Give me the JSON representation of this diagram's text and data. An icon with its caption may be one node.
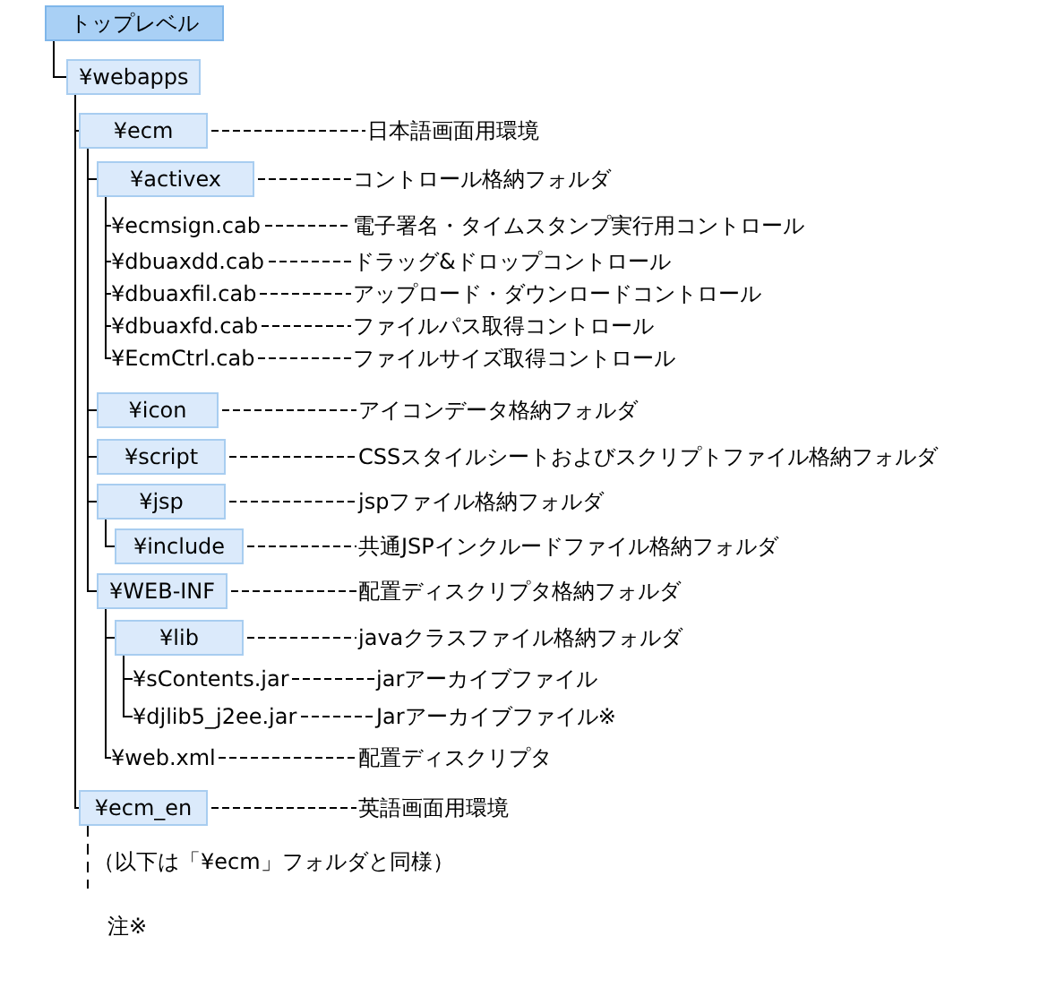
{
  "diagram": {
    "nodes": [
      {
        "text": [
          "トップレベル"
        ]
      },
      {
        "text": [
          "¥webapps"
        ]
      },
      {
        "text": [
          "¥ecm"
        ]
      },
      {
        "text": [
          "日本語画面用環境"
        ]
      },
      {
        "text": [
          "¥activex"
        ]
      },
      {
        "text": [
          "コントロール格納フォルダ"
        ]
      },
      {
        "text": [
          "¥ecmsign.cab"
        ]
      },
      {
        "text": [
          "電子署名・タイムスタンプ実行用コントロール"
        ]
      },
      {
        "text": [
          "¥dbuaxdd.cab"
        ]
      },
      {
        "text": [
          "ドラッグ&ドロップコントロール"
        ]
      },
      {
        "text": [
          "¥dbuaxfil.cab"
        ]
      },
      {
        "text": [
          "アップロード・ダウンロードコントロール"
        ]
      },
      {
        "text": [
          "¥dbuaxfd.cab"
        ]
      },
      {
        "text": [
          "ファイルパス取得コントロール"
        ]
      },
      {
        "text": [
          "¥EcmCtrl.cab"
        ]
      },
      {
        "text": [
          "ファイルサイズ取得コントロール"
        ]
      },
      {
        "text": [
          "¥icon"
        ]
      },
      {
        "text": [
          "アイコンデータ格納フォルダ"
        ]
      },
      {
        "text": [
          "¥script"
        ]
      },
      {
        "text": [
          "CSSスタイルシートおよびスクリプトファイル格納フォルダ"
        ]
      },
      {
        "text": [
          "¥jsp"
        ]
      },
      {
        "text": [
          "jspファイル格納フォルダ"
        ]
      },
      {
        "text": [
          "¥include"
        ]
      },
      {
        "text": [
          "共通JSPインクルードファイル格納フォルダ"
        ]
      },
      {
        "text": [
          "¥WEB-INF"
        ]
      },
      {
        "text": [
          "配置ディスクリプタ格納フォルダ"
        ]
      },
      {
        "text": [
          "¥lib"
        ]
      },
      {
        "text": [
          "javaクラスファイル格納フォルダ"
        ]
      },
      {
        "text": [
          "¥sContents.jar"
        ]
      },
      {
        "text": [
          "jarアーカイブファイル"
        ]
      },
      {
        "text": [
          "¥djlib5_j2ee.jar"
        ]
      },
      {
        "text": [
          "Jarアーカイブファイル※"
        ]
      },
      {
        "text": [
          "¥web.xml"
        ]
      },
      {
        "text": [
          "配置ディスクリプタ"
        ]
      },
      {
        "text": [
          "¥ecm_en"
        ]
      },
      {
        "text": [
          "英語画面用環境"
        ]
      }
    ],
    "edges": [
      {
        "from": 0,
        "to": 1,
        "arrow": "none"
      },
      {
        "from": 1,
        "to": 2,
        "arrow": "none"
      },
      {
        "from": 2,
        "to": 3,
        "arrow": "none",
        "style": "dashed"
      },
      {
        "from": 2,
        "to": 4,
        "arrow": "none"
      },
      {
        "from": 4,
        "to": 5,
        "arrow": "none",
        "style": "dashed"
      },
      {
        "from": 4,
        "to": 6,
        "arrow": "none"
      },
      {
        "from": 6,
        "to": 7,
        "arrow": "none",
        "style": "dashed"
      },
      {
        "from": 4,
        "to": 8,
        "arrow": "none"
      },
      {
        "from": 8,
        "to": 9,
        "arrow": "none",
        "style": "dashed"
      },
      {
        "from": 4,
        "to": 10,
        "arrow": "none"
      },
      {
        "from": 10,
        "to": 11,
        "arrow": "none",
        "style": "dashed"
      },
      {
        "from": 4,
        "to": 12,
        "arrow": "none"
      },
      {
        "from": 12,
        "to": 13,
        "arrow": "none",
        "style": "dashed"
      },
      {
        "from": 4,
        "to": 14,
        "arrow": "none"
      },
      {
        "from": 14,
        "to": 15,
        "arrow": "none",
        "style": "dashed"
      },
      {
        "from": 2,
        "to": 16,
        "arrow": "none"
      },
      {
        "from": 16,
        "to": 17,
        "arrow": "none",
        "style": "dashed"
      },
      {
        "from": 2,
        "to": 18,
        "arrow": "none"
      },
      {
        "from": 18,
        "to": 19,
        "arrow": "none",
        "style": "dashed"
      },
      {
        "from": 2,
        "to": 20,
        "arrow": "none"
      },
      {
        "from": 20,
        "to": 21,
        "arrow": "none",
        "style": "dashed"
      },
      {
        "from": 20,
        "to": 22,
        "arrow": "none"
      },
      {
        "from": 22,
        "to": 23,
        "arrow": "none",
        "style": "dashed"
      },
      {
        "from": 2,
        "to": 24,
        "arrow": "none"
      },
      {
        "from": 24,
        "to": 25,
        "arrow": "none",
        "style": "dashed"
      },
      {
        "from": 24,
        "to": 26,
        "arrow": "none"
      },
      {
        "from": 26,
        "to": 27,
        "arrow": "none",
        "style": "dashed"
      },
      {
        "from": 26,
        "to": 28,
        "arrow": "none"
      },
      {
        "from": 28,
        "to": 29,
        "arrow": "none",
        "style": "dashed"
      },
      {
        "from": 26,
        "to": 30,
        "arrow": "none"
      },
      {
        "from": 30,
        "to": 31,
        "arrow": "none",
        "style": "dashed"
      },
      {
        "from": 24,
        "to": 32,
        "arrow": "none"
      },
      {
        "from": 32,
        "to": 33,
        "arrow": "none",
        "style": "dashed"
      },
      {
        "from": 1,
        "to": 34,
        "arrow": "none"
      },
      {
        "from": 34,
        "to": 35,
        "arrow": "none",
        "style": "dashed"
      }
    ],
    "labels": [
      "（以下は「¥ecm」フォルダと同様）",
      "注※"
    ]
  }
}
